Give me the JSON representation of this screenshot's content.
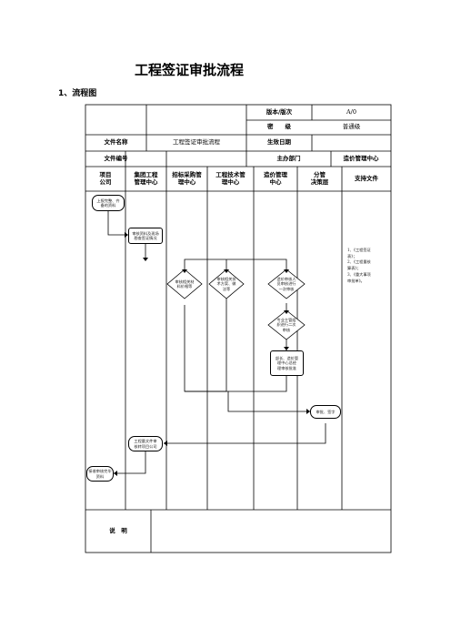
{
  "title": "工程签证审批流程",
  "subtitle": "1、流程图",
  "header": {
    "version_label": "版本/版次",
    "version_value": "A/0",
    "secret_label": "密　　级",
    "secret_value": "普通级",
    "filename_label": "文件名称",
    "filename_value": "工程签证审批流程",
    "effective_label": "生效日期",
    "effective_value": "",
    "fileno_label": "文件编号",
    "fileno_value": "",
    "dept_label": "主办部门",
    "dept_value": "造价管理中心"
  },
  "columns": [
    "项目\n公司",
    "集团工程\n管理中心",
    "招标采购管\n理中心",
    "工程技术管\n理中心",
    "造价管理\n中心",
    "分管\n决策层",
    "支持文件"
  ],
  "nodes": {
    "n1": "上报完整、齐\n备的资料",
    "n2": "审核资料及现场\n勘查签证情况",
    "n3": "审核相关材\n料价格等",
    "n4": "审核相关技\n术方案、做\n法等",
    "n5": "造价审核人\n员审核进行\n一次审核",
    "n6": "专业主管组\n织进行二次\n审核",
    "n7": "部长、造价管\n理中心总经\n理审核批准",
    "n8": "审批、签字",
    "n9": "工程量文件审\n核转项目公司",
    "n10": "接收审核完毕\n资料"
  },
  "support_docs": [
    "1、《工程签证",
    "表》；",
    "2、《工程量核",
    "算表》；",
    "3、《重大事项",
    "审批单》。"
  ],
  "footer": {
    "label": "说　明",
    "content": ""
  }
}
